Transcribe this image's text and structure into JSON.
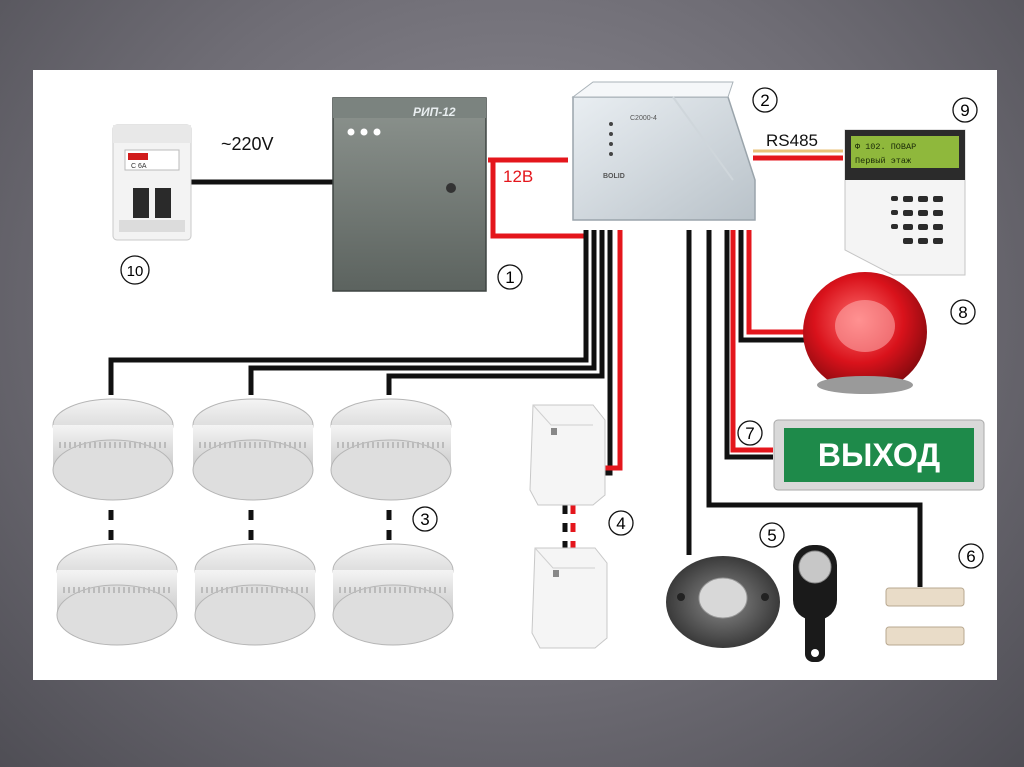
{
  "labels": {
    "voltage_ac": "~220V",
    "voltage_dc": "12В",
    "bus": "RS485",
    "psu_brand": "РИП-12",
    "controller_brand": "С2000-4",
    "controller_maker": "BOLID",
    "exit_sign": "ВЫХОД",
    "keypad_line1": "Ф  102. ПОВАР",
    "keypad_line2": "Первый  этаж",
    "breaker_text": "C 6A"
  },
  "callouts": [
    "1",
    "2",
    "3",
    "4",
    "5",
    "6",
    "7",
    "8",
    "9",
    "10"
  ],
  "colors": {
    "wire_black": "#111111",
    "wire_red": "#e4161c",
    "exit_green": "#1e8a4a",
    "lcd_green": "#8fb83c",
    "siren_red": "#d9121b"
  }
}
